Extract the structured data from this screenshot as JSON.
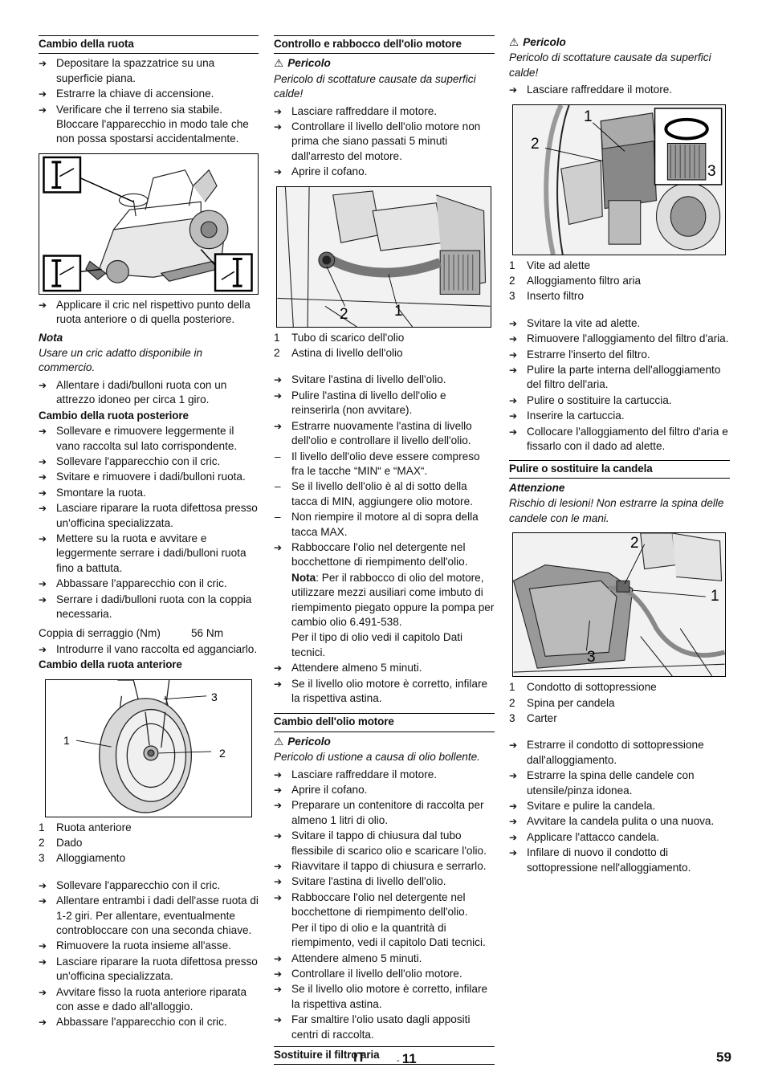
{
  "col1": {
    "sec1_title": "Cambio della ruota",
    "s1": "Depositare la spazzatrice su una superficie piana.",
    "s2": "Estrarre la chiave di accensione.",
    "s3": "Verificare che il terreno sia stabile. Bloccare l'apparecchio in modo tale che non possa spostarsi accidentalmente.",
    "s4": "Applicare il cric nel rispettivo punto della ruota anteriore o di quella posteriore.",
    "nota_title": "Nota",
    "nota_text": "Usare un cric adatto disponibile in commercio.",
    "s5": "Allentare i dadi/bulloni ruota con un attrezzo idoneo per circa 1 giro.",
    "sec2_title": "Cambio della ruota posteriore",
    "r1": "Sollevare e rimuovere leggermente il vano raccolta sul lato corrispondente.",
    "r2": "Sollevare l'apparecchio con il cric.",
    "r3": "Svitare e rimuovere i dadi/bulloni ruota.",
    "r4": "Smontare la ruota.",
    "r5": "Lasciare riparare la ruota difettosa presso un'officina specializzata.",
    "r6": "Mettere su la ruota e avvitare e leggermente serrare i dadi/bulloni ruota fino a battuta.",
    "r7": "Abbassare l'apparecchio con il cric.",
    "r8": "Serrare i dadi/bulloni ruota con la coppia necessaria.",
    "torque_label": "Coppia di serraggio (Nm)",
    "torque_value": "56 Nm",
    "r9": "Introdurre il vano raccolta ed agganciarlo.",
    "sec3_title": "Cambio della ruota anteriore",
    "fig_labels": [
      "1",
      "2",
      "3"
    ],
    "legend": [
      {
        "n": "1",
        "t": "Ruota anteriore"
      },
      {
        "n": "2",
        "t": "Dado"
      },
      {
        "n": "3",
        "t": "Alloggiamento"
      }
    ],
    "f1": "Sollevare l'apparecchio con il cric.",
    "f2": "Allentare entrambi i dadi dell'asse ruota di 1-2 giri. Per allentare, eventualmente controbloccare con una seconda chiave.",
    "f3": "Rimuovere la ruota insieme all'asse.",
    "f4": "Lasciare riparare la ruota difettosa presso un'officina specializzata.",
    "f5": "Avvitare fisso la ruota anteriore riparata con asse e dado all'alloggio.",
    "f6": "Abbassare l'apparecchio con il cric."
  },
  "col2": {
    "sec1_title": "Controllo e rabbocco dell'olio motore",
    "warn_title": "Pericolo",
    "warn_text": "Pericolo di scottature causate da superfici calde!",
    "s1": "Lasciare raffreddare il motore.",
    "s2": "Controllare il livello dell'olio motore non prima che siano passati 5 minuti dall'arresto del motore.",
    "s3": "Aprire il cofano.",
    "fig_labels": [
      "2",
      "1"
    ],
    "legend": [
      {
        "n": "1",
        "t": "Tubo di scarico dell'olio"
      },
      {
        "n": "2",
        "t": "Astina di livello dell'olio"
      }
    ],
    "a1": "Svitare l'astina di livello dell'olio.",
    "a2": "Pulire l'astina di livello dell'olio e reinserirla (non avvitare).",
    "a3": "Estrarre nuovamente l'astina di livello dell'olio e controllare il livello dell'olio.",
    "d1": "Il livello dell'olio deve essere compreso fra le tacche “MIN“ e “MAX“.",
    "d2": "Se il livello dell'olio è al di sotto della tacca di MIN, aggiungere olio motore.",
    "d3": "Non riempire il motore al di sopra della tacca MAX.",
    "a4": "Rabboccare l'olio nel detergente nel bocchettone di riempimento dell'olio.",
    "nota_label": "Nota",
    "nota_text": ": Per il rabbocco di olio del motore, utilizzare mezzi ausiliari come imbuto di riempimento piegato oppure la pompa per cambio olio 6.491-538.",
    "nota_extra": "Per il tipo di olio vedi il capitolo Dati tecnici.",
    "a5": "Attendere almeno 5 minuti.",
    "a6": "Se il livello olio motore è corretto, infilare la rispettiva astina.",
    "sec2_title": "Cambio dell'olio motore",
    "warn2_title": "Pericolo",
    "warn2_text": "Pericolo di ustione a causa di olio bollente.",
    "c1": "Lasciare raffreddare il motore.",
    "c2": "Aprire il cofano.",
    "c3": "Preparare un contenitore di raccolta per almeno 1 litri di olio.",
    "c4": "Svitare il tappo di chiusura dal tubo flessibile di scarico olio e scaricare l'olio.",
    "c5": "Riavvitare il tappo di chiusura e serrarlo.",
    "c6": "Svitare l'astina di livello dell'olio.",
    "c7": "Rabboccare l'olio nel detergente nel bocchettone di riempimento dell'olio.",
    "c7_extra": "Per il tipo di olio e la quantrità di riempimento, vedi il capitolo Dati tecnici.",
    "c8": "Attendere almeno 5 minuti.",
    "c9": "Controllare il livello dell'olio motore.",
    "c10": "Se il livello olio motore è corretto, infilare la rispettiva astina.",
    "c11": "Far smaltire l'olio usato dagli appositi centri di raccolta.",
    "sec3_title": "Sostituire il filtro aria"
  },
  "col3": {
    "warn_title": "Pericolo",
    "warn_text": "Pericolo di scottature causate da superfici calde!",
    "s1": "Lasciare raffreddare il motore.",
    "fig1_labels": [
      "1",
      "2",
      "3"
    ],
    "legend1": [
      {
        "n": "1",
        "t": "Vite ad alette"
      },
      {
        "n": "2",
        "t": "Alloggiamento filtro aria"
      },
      {
        "n": "3",
        "t": "Inserto filtro"
      }
    ],
    "f1": "Svitare la vite ad alette.",
    "f2": "Rimuovere l'alloggiamento del filtro d'aria.",
    "f3": "Estrarre l'inserto del filtro.",
    "f4": "Pulire la parte interna dell'alloggiamento del filtro dell'aria.",
    "f5": "Pulire o sostituire la cartuccia.",
    "f6": "Inserire la cartuccia.",
    "f7": "Collocare l'alloggiamento del filtro d'aria e fissarlo con il dado ad alette.",
    "sec_title": "Pulire o sostituire la candela",
    "att_title": "Attenzione",
    "att_text": "Rischio di lesioni! Non estrarre la spina delle candele con le mani.",
    "fig2_labels": [
      "2",
      "1",
      "3"
    ],
    "legend2": [
      {
        "n": "1",
        "t": "Condotto di sottopressione"
      },
      {
        "n": "2",
        "t": "Spina per candela"
      },
      {
        "n": "3",
        "t": "Carter"
      }
    ],
    "g1": "Estrarre il condotto di sottopressione dall'alloggiamento.",
    "g2": "Estrarre la spina delle candele con utensile/pinza idonea.",
    "g3": "Svitare e pulire la candela.",
    "g4": "Avvitare la candela pulita o una nuova.",
    "g5": "Applicare l'attacco candela.",
    "g6": "Infilare di nuovo il condotto di sottopressione nell'alloggiamento."
  },
  "footer": {
    "lang": "IT",
    "page_sub": "- 11",
    "page": "59"
  },
  "icons": {
    "warning": "warning-triangle-icon",
    "arrow": "arrow-right-icon"
  }
}
